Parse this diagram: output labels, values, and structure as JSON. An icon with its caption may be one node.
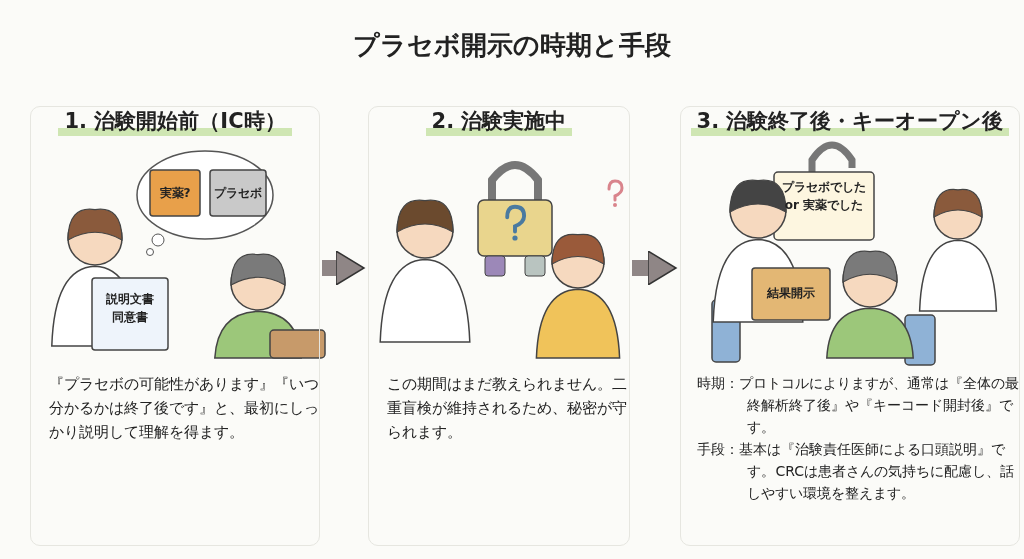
{
  "diagram": {
    "title": "プラセボ開示の時期と手段",
    "nodes": [
      {
        "text": [
          "1. 治験開始前（IC時）",
          "『プラセボの可能性があります』『いつ分かるかは終了後です』と、最初にしっかり説明して理解を得ます。"
        ]
      },
      {
        "text": [
          "2. 治験実施中",
          "この期間はまだ教えられません。二重盲検が維持されるため、秘密が守られます。"
        ]
      },
      {
        "text": [
          "3. 治験終了後・キーオープン後",
          "時期：プロトコルによりますが、通常は『全体の最終解析終了後』や『キーコード開封後』です。",
          "手段：基本は『治験責任医師による口頭説明』です。CRCは患者さんの気持ちに配慮し、話しやすい環境を整えます。"
        ]
      }
    ],
    "edges": [
      {
        "from": 0,
        "to": 1,
        "arrow": "to"
      },
      {
        "from": 1,
        "to": 2,
        "arrow": "to"
      }
    ],
    "labels": [
      "実薬?",
      "プラセボ",
      "説明文書",
      "同意書",
      "プラセボでした or 実薬でした",
      "結果開示"
    ]
  }
}
